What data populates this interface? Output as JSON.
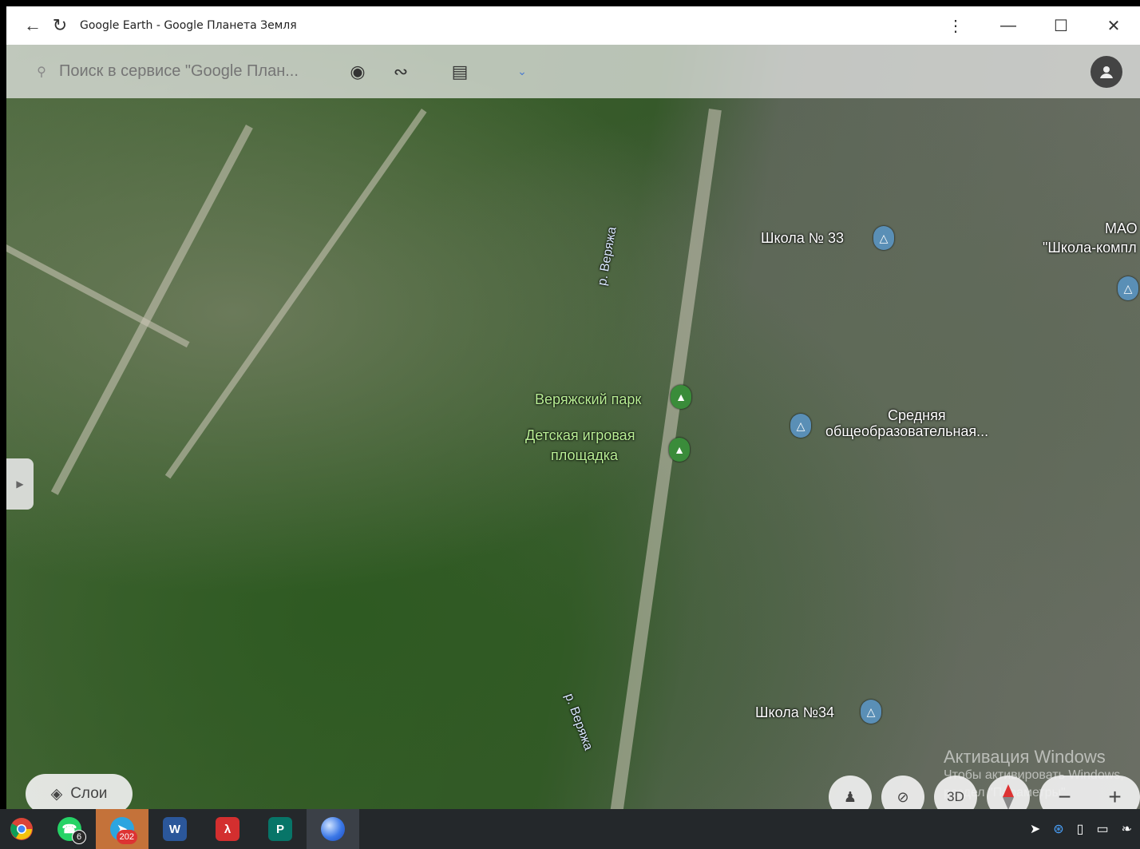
{
  "window": {
    "title": "Google Earth - Google Планета Земля"
  },
  "toolbar": {
    "search_placeholder": "Поиск в сервисе \"Google План..."
  },
  "map": {
    "labels": {
      "school33": "Школа № 33",
      "mao": "МАО",
      "mao_school": "\"Школа-компл",
      "river1": "р. Веряжа",
      "park": "Веряжский парк",
      "playground_line1": "Детская игровая",
      "playground_line2": "площадка",
      "middle_school_line1": "Средняя",
      "middle_school_line2": "общеобразовательная...",
      "school34": "Школа №34",
      "river2": "р. Веряжа"
    },
    "layers_label": "Слои",
    "view3d_label": "3D",
    "zoom_out": "−",
    "zoom_in": "+"
  },
  "watermark": {
    "line1": "Активация Windows",
    "line2": "Чтобы активировать Windows,",
    "line3": "раздел \"Параметры\""
  },
  "taskbar": {
    "whatsapp_badge": "6",
    "telegram_badge": "202"
  }
}
